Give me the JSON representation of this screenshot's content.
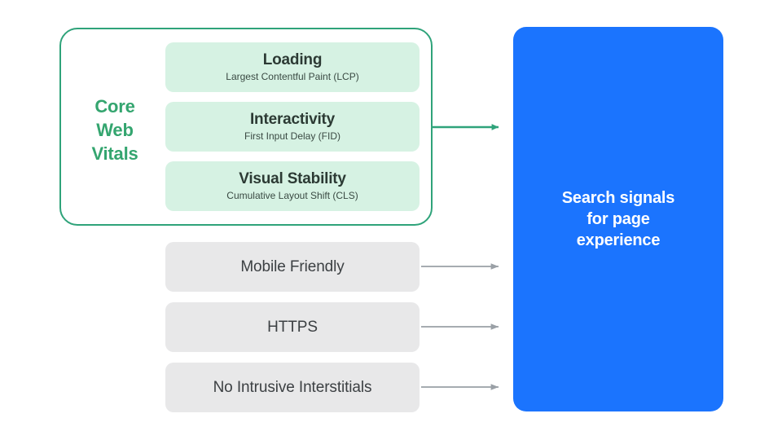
{
  "diagram": {
    "title": "Search signals for page experience",
    "colors": {
      "brand_green": "#34A56F",
      "green_border": "#2FA37A",
      "green_fill": "#D6F2E3",
      "gray_fill": "#E8E8E9",
      "blue_fill": "#1B74FE",
      "gray_arrow": "#9AA0A6",
      "dark_text": "#2C3A34",
      "gray_text": "#3C4043"
    }
  },
  "core_web_vitals": {
    "group_label": "Core Web Vitals",
    "group_label_lines": [
      "Core",
      "Web",
      "Vitals"
    ],
    "items": [
      {
        "title": "Loading",
        "subtitle": "Largest Contentful Paint (LCP)"
      },
      {
        "title": "Interactivity",
        "subtitle": "First Input Delay (FID)"
      },
      {
        "title": "Visual Stability",
        "subtitle": "Cumulative Layout Shift (CLS)"
      }
    ]
  },
  "other_signals": {
    "items": [
      {
        "title": "Mobile Friendly"
      },
      {
        "title": "HTTPS"
      },
      {
        "title": "No Intrusive Interstitials"
      }
    ]
  },
  "destination": {
    "label": "Search signals\nfor page\nexperience"
  }
}
